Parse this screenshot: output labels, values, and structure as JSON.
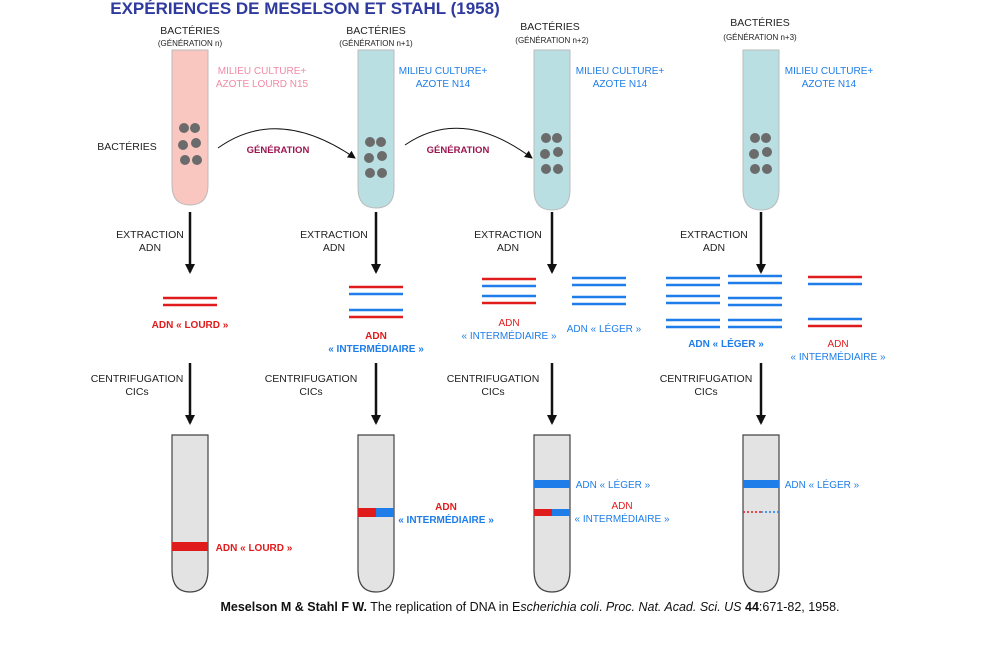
{
  "title": "EXPÉRIENCES DE MESELSON ET STAHL (1958)",
  "colors": {
    "title": "#2e3a9e",
    "heavy_dna": "#e01b1b",
    "light_dna": "#1e7de8",
    "tube_n15": "#f9c6c0",
    "tube_n14": "#b9dfe3",
    "centrifuge_tube": "#e3e3e3",
    "generation_label": "#9c1550",
    "bacteria": "#6b6b6b"
  },
  "side_labels": {
    "bacteria": "BACTÉRIES",
    "extraction": [
      "EXTRACTION",
      "ADN"
    ],
    "centrifugation": [
      "CENTRIFUGATION",
      "CICs"
    ]
  },
  "generation_arrows": [
    "GÉNÉRATION",
    "GÉNÉRATION"
  ],
  "columns": [
    {
      "header": "BACTÉRIES",
      "subheader": "(GÉNÉRATION  n)",
      "medium": [
        "MILIEU CULTURE+",
        "AZOTE  LOURD N15"
      ],
      "dna_labels": [
        [
          "ADN « LOURD »"
        ]
      ],
      "band_labels": [
        [
          "ADN « LOURD »"
        ]
      ]
    },
    {
      "header": "BACTÉRIES",
      "subheader": "(GÉNÉRATION  n+1)",
      "medium": [
        "MILIEU CULTURE+",
        "AZOTE N14"
      ],
      "dna_labels": [
        [
          "ADN",
          "« INTERMÉDIAIRE »"
        ]
      ],
      "band_labels": [
        [
          "ADN",
          "« INTERMÉDIAIRE »"
        ]
      ]
    },
    {
      "header": "BACTÉRIES",
      "subheader": "(GÉNÉRATION   n+2)",
      "medium": [
        "MILIEU CULTURE+",
        "AZOTE N14"
      ],
      "dna_labels": [
        [
          "ADN",
          "« INTERMÉDIAIRE »"
        ],
        [
          "ADN « LÉGER »"
        ]
      ],
      "band_labels": [
        [
          "ADN « LÉGER »"
        ],
        [
          "ADN",
          "« INTERMÉDIAIRE »"
        ]
      ]
    },
    {
      "header": "BACTÉRIES",
      "subheader": "(GÉNÉRATION   n+3)",
      "medium": [
        "MILIEU CULTURE+",
        "AZOTE N14"
      ],
      "dna_labels": [
        [
          "ADN « LÉGER »"
        ],
        [
          "ADN",
          "« INTERMÉDIAIRE »"
        ]
      ],
      "band_labels": [
        [
          "ADN « LÉGER »"
        ]
      ]
    }
  ],
  "reference": {
    "authors": "Meselson M & Stahl F W.",
    "text_before_genus": " The replication of DNA in E",
    "genus": "scherichia coli",
    "sep1": ". ",
    "journal": "Proc. Nat. Acad. Sci. US",
    "space": " ",
    "volume": "44",
    "pages": ":671-82, 1958."
  }
}
